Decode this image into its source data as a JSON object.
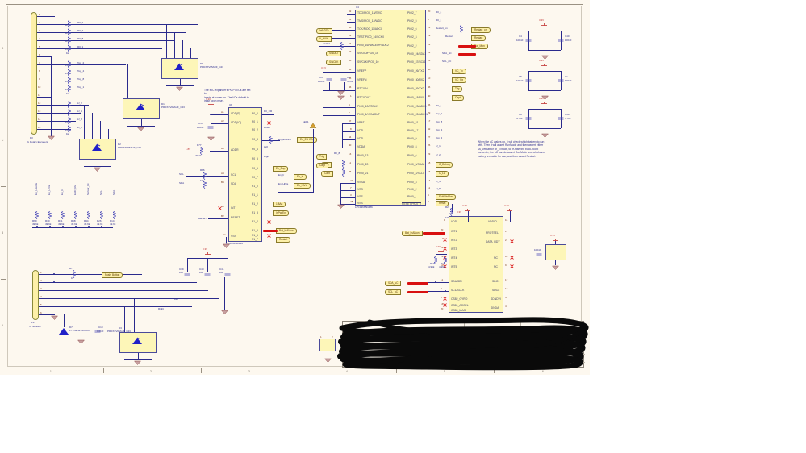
{
  "sheet": {
    "background_color": "#fdf8ef",
    "wire_color": "#2a2a8c",
    "block_fill": "#fdf6b8",
    "flag_fill": "#fdf0a8",
    "strike_color": "#d81010",
    "zone_labels_x": [
      "1",
      "2",
      "3",
      "4",
      "5",
      "6"
    ],
    "zone_labels_y": [
      "D",
      "C",
      "B",
      "A"
    ]
  },
  "connectors": {
    "p3": {
      "refdes": "P3",
      "desc": "To Rotary Encoders",
      "pins": [
        "1",
        "2",
        "3",
        "4",
        "5",
        "6",
        "7",
        "8",
        "9",
        "10",
        "11",
        "12",
        "13",
        "14",
        "15"
      ],
      "nets": [
        "R0_2",
        "R0_4",
        "R0_8",
        "R0_1",
        "Top_2",
        "Top_4",
        "Top_8",
        "Top_1",
        "Lf_2",
        "Lf_4",
        "Lf_8",
        "Lf_1"
      ],
      "resistors": [
        "R27",
        "R28",
        "R29",
        "R30",
        "R31",
        "R32",
        "R33",
        "R34",
        "R35",
        "R36",
        "R37",
        "R38"
      ],
      "res_value": "1k"
    },
    "p2": {
      "refdes": "P2",
      "desc": "To Joystick",
      "pins": [
        "1",
        "2",
        "3",
        "4",
        "5",
        "6"
      ],
      "nets": [
        "Push_Button",
        "Up",
        "Down",
        "Left",
        "Right"
      ],
      "resistor": "R7",
      "res_value": "1k"
    }
  },
  "esd_arrays": [
    {
      "refdes": "D6",
      "part": "PRDXXV05AUF_C23"
    },
    {
      "refdes": "D1",
      "part": "PRDXXV05AUF_C23"
    },
    {
      "refdes": "D2",
      "part": "PRDXXV05AUF_C23"
    },
    {
      "refdes": "D3",
      "part": "PRDXXV05AUF_C23"
    },
    {
      "refdes": "D5",
      "part": "PRDXXV05AUF_C23"
    }
  ],
  "io_expander": {
    "refdes": "U8",
    "part": "PCA9554BS/12",
    "note": "The IOC expander's P0-P7 I/Os are set to\ninputs at power on. The I/Os default to\ninput upon reset.",
    "left_pins": [
      {
        "num": "A1",
        "name": "VDD(P)"
      },
      {
        "num": "A2",
        "name": "VDD(IO)"
      },
      {
        "num": "A3",
        "name": "ADDR"
      },
      {
        "num": "A4",
        "name": "SCL"
      },
      {
        "num": "B4",
        "name": "SDA"
      },
      {
        "num": "B3",
        "name": "INT"
      },
      {
        "num": "B2",
        "name": "RESET"
      },
      {
        "num": "C1",
        "name": "VSS"
      }
    ],
    "right_pins": [
      {
        "num": "D1",
        "name": "P0_0",
        "net": "R0_1/R"
      },
      {
        "num": "D2",
        "name": "P0_1",
        "net": "Up"
      },
      {
        "num": "D3",
        "name": "P0_2",
        "net": "Down"
      },
      {
        "num": "D4",
        "name": "P0_3",
        "net": "En_ExHiVis"
      },
      {
        "num": "D5",
        "name": "P0_4",
        "net": "Left"
      },
      {
        "num": "D6",
        "name": "P0_5",
        "net": "Right"
      },
      {
        "num": "D7",
        "name": "P0_6",
        "net": "En_Dsp"
      },
      {
        "num": "D8",
        "name": "P0_7",
        "net": "En_Ir"
      },
      {
        "num": "C8",
        "name": "P1_0",
        "net": "En_HiVis"
      },
      {
        "num": "C7",
        "name": "P1_1",
        "net": ""
      },
      {
        "num": "C6",
        "name": "P1_2",
        "net": "1.8Ad"
      },
      {
        "num": "C5",
        "name": "P1_3",
        "net": "InPwrEn"
      },
      {
        "num": "C4",
        "name": "P1_4",
        "net": ""
      },
      {
        "num": "C3",
        "name": "P1_5",
        "net": "Bat_InAMon"
      },
      {
        "num": "C2",
        "name": "P1_6",
        "net": ""
      },
      {
        "num": "B1",
        "name": "P1_7",
        "net": "Restart"
      }
    ],
    "caps": [
      "C55",
      "C51"
    ],
    "cap_value": "100nF",
    "pullups": [
      "R77",
      "R86",
      "R80"
    ],
    "pullup_values": [
      "40.2k",
      "10k",
      "10k"
    ],
    "rail": "3.3V"
  },
  "mcu": {
    "refdes": "U4",
    "part": "LPC1366BD48K",
    "left_pins": [
      {
        "num": "32",
        "name": "TDO/PIO0_13/SWO"
      },
      {
        "num": "31",
        "name": "TMS/PIO0_12/WDO"
      },
      {
        "num": "30",
        "name": "TCK/PIO0_11/ADC0"
      },
      {
        "num": "33",
        "name": "TRST/PIO0_14/SCK0"
      },
      {
        "num": "34",
        "name": "PIO0_16/WAKEUP/ADC2"
      },
      {
        "num": "37",
        "name": "SWDIO/PIO0_15"
      },
      {
        "num": "36",
        "name": "SWCLK/PIO0_10"
      },
      {
        "num": "44",
        "name": "VREFP"
      },
      {
        "num": "45",
        "name": "VREFN"
      },
      {
        "num": "46",
        "name": "RTCXIN"
      },
      {
        "num": "1",
        "name": "RTCXOUT"
      },
      {
        "num": "4",
        "name": "PIO0_10/XTALIN"
      },
      {
        "num": "7",
        "name": "PIO0_1/XTALOUT"
      },
      {
        "num": "47",
        "name": "VBAT"
      },
      {
        "num": "8",
        "name": "VDD"
      },
      {
        "num": "44",
        "name": "VDD"
      },
      {
        "num": "40",
        "name": "VDDA"
      },
      {
        "num": "16",
        "name": "PIO0_13"
      },
      {
        "num": "11",
        "name": "PIO0_20"
      },
      {
        "num": "25",
        "name": "PIO0_21"
      },
      {
        "num": "41",
        "name": "VSSA"
      },
      {
        "num": "7",
        "name": "VSS"
      },
      {
        "num": "3",
        "name": "VSS"
      },
      {
        "num": "48",
        "name": "VSS"
      }
    ],
    "right_pins": [
      {
        "num": "20",
        "name": "PIO2_7",
        "net": "R0_4"
      },
      {
        "num": "9",
        "name": "PIO2_5",
        "net": "R0_1"
      },
      {
        "num": "21",
        "name": "PIO2_6",
        "net": "Restart_on"
      },
      {
        "num": "19",
        "name": "PIO2_3",
        "net": "Restart"
      },
      {
        "num": "12",
        "name": "PIO2_2",
        "net": "Bat_Mon"
      },
      {
        "num": "22",
        "name": "PIO0_24/SDA1",
        "net": "SDA_uC"
      },
      {
        "num": "14",
        "name": "PIO0_37/SCL1",
        "net": "SCL_uC"
      },
      {
        "num": "38",
        "name": "PIO0_26/TX2",
        "net": "VC_Tx"
      },
      {
        "num": "10",
        "name": "PIO0_30/RX2",
        "net": "VC_Rx"
      },
      {
        "num": "46",
        "name": "PIO0_29/TX0",
        "net": "Trig"
      },
      {
        "num": "40",
        "name": "PIO0_18/RX0",
        "net": "Capt"
      },
      {
        "num": "36",
        "name": "PIO0_23/ADC3",
        "net": "R0_1"
      },
      {
        "num": "29",
        "name": "PIO0_22/ADC11",
        "net": "Top_1"
      },
      {
        "num": "17",
        "name": "PIO0_21",
        "net": "Top_8"
      },
      {
        "num": "42",
        "name": "PIO0_17",
        "net": "Top_4"
      },
      {
        "num": "27",
        "name": "PIO0_9",
        "net": "Top_2"
      },
      {
        "num": "26",
        "name": "PIO0_8",
        "net": "Lf_1"
      },
      {
        "num": "23",
        "name": "PIO0_6",
        "net": "Lf_2"
      },
      {
        "num": "18",
        "name": "PIO0_5/SDA0",
        "net": "C_Debug"
      },
      {
        "num": "15",
        "name": "PIO0_4/SCL0",
        "net": "C_Lvl"
      },
      {
        "num": "14",
        "name": "PIO0_3",
        "net": "Lf_4"
      },
      {
        "num": "11",
        "name": "PIO0_2",
        "net": "Lf_8"
      },
      {
        "num": "4",
        "name": "PIO0_1",
        "net": "ExHiVisMon"
      },
      {
        "num": "3",
        "name": "RESET/PIO0_0",
        "net": "Reset"
      }
    ],
    "rail": "3.3V",
    "caps": [
      "C6",
      "C1"
    ],
    "cap_values": [
      "100nF",
      "4.7uF"
    ],
    "pullup": "R2",
    "pullup_value": "10k"
  },
  "sensor_hub": {
    "refdes": "U1",
    "left_pins": [
      {
        "num": "1",
        "name": "VDD"
      },
      {
        "num": "20",
        "name": "INT1",
        "net": "Bat_InAMon"
      },
      {
        "num": "1",
        "name": "INT2"
      },
      {
        "num": "14",
        "name": "INT3"
      },
      {
        "num": "21",
        "name": "INT4"
      },
      {
        "num": "10",
        "name": "INT5"
      },
      {
        "num": "11",
        "name": "SDA/SDI"
      },
      {
        "num": "8",
        "name": "SCL/SCLK"
      },
      {
        "num": "5",
        "name": "CS82_GYRO"
      },
      {
        "num": "16",
        "name": "CS81_ACCEL"
      },
      {
        "num": "20",
        "name": "CS80_MAG"
      }
    ],
    "right_pins": [
      {
        "num": "16",
        "name": "VDDIO"
      },
      {
        "num": "1",
        "name": "PROTSEL"
      },
      {
        "num": "2",
        "name": "DATA_RDY"
      },
      {
        "num": "18",
        "name": "NC"
      },
      {
        "num": "9",
        "name": "NC"
      },
      {
        "num": "17",
        "name": "SDO1"
      },
      {
        "num": "12",
        "name": "SDO2"
      },
      {
        "num": "4",
        "name": "SDNDVI"
      },
      {
        "num": "4",
        "name": "SINDA"
      }
    ],
    "rail": "3.3V",
    "pullups": [
      "R11",
      "R11"
    ],
    "pullup_value": "4.99k"
  },
  "battery_note": {
    "text": "When the uC wakes up, it will check which battery to run\nwith. Then it will assert RunMode and then assert either\nkA_JetBatt or kn_ExtBatt, to re-start the buck-boost\nconverter, the uC can de-assert RunMode and whichever\nbattery is enable for use, and then assert Restart."
  },
  "decoupling": [
    {
      "caps": [
        "C4",
        "C40"
      ],
      "values": [
        "100nF",
        "100nF"
      ],
      "rail": "3.3V"
    },
    {
      "caps": [
        "C5",
        "C1"
      ],
      "values": [
        "100nF",
        "100nF"
      ],
      "rail": "3.3V"
    },
    {
      "caps": [
        "C8",
        "C30"
      ],
      "values": [
        "4.7uF",
        "4.7uF"
      ],
      "rail": "3.3V"
    }
  ],
  "pullup_bank": {
    "nets": [
      "En_LowVis",
      "En_HiVis",
      "En_Irl",
      "EnIC_Rst",
      "Sensor_Int",
      "SCL",
      "SDA"
    ],
    "refdes": [
      "R69",
      "R70",
      "R71",
      "R68",
      "R44",
      "R26",
      "R14"
    ],
    "value": "49.9k"
  },
  "misc": {
    "tvs": {
      "refdes": "D7",
      "part": "PTVS2N2S13SKA"
    },
    "caps_bottom": [
      "C9",
      "C10"
    ],
    "cap_value_bottom": "100nF",
    "rail_3v3": "3.3V",
    "rail_1v8": "1.8V"
  },
  "title_block": {
    "redacted": true,
    "row_labels": [
      "",
      "",
      "",
      "",
      ""
    ]
  }
}
